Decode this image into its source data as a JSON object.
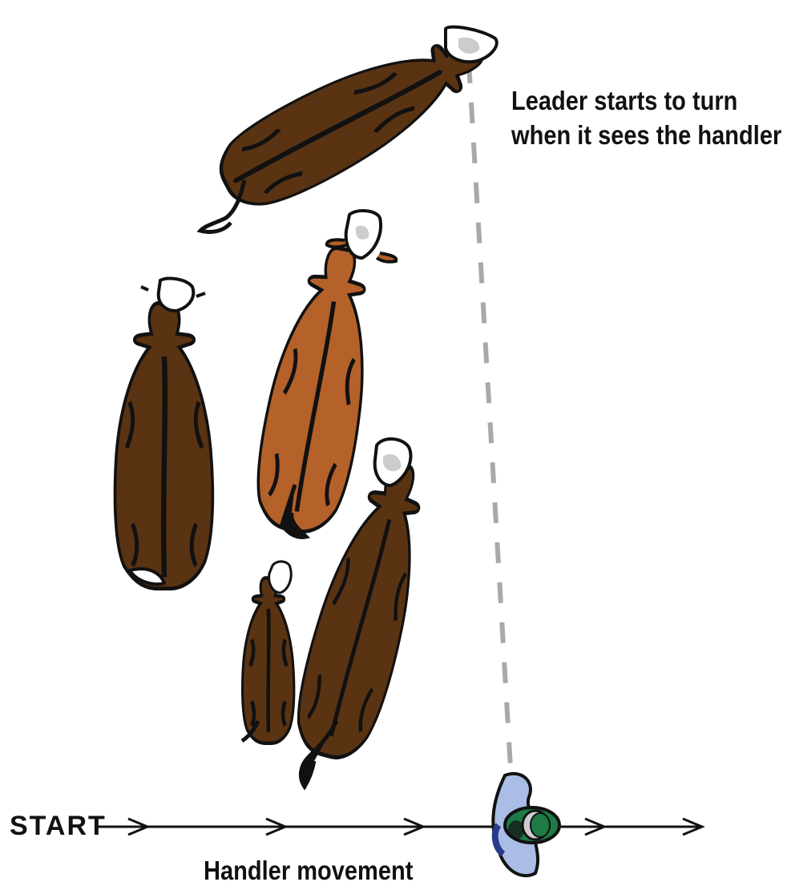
{
  "labels": {
    "leader_line1": "Leader starts to turn",
    "leader_line2": "when it sees the handler",
    "start": "START",
    "handler_movement": "Handler movement"
  },
  "colors": {
    "cow_dark_brown": "#5a3312",
    "cow_orange": "#b5612a",
    "face_white": "#ffffff",
    "sightline_gray": "#a9a9a9",
    "handler_coat": "#a9bde6",
    "handler_hat": "#1f7a45",
    "outline": "#111111"
  },
  "icons": {
    "handler": "person-top-view-icon",
    "arrow": "arrowhead-right-icon"
  }
}
